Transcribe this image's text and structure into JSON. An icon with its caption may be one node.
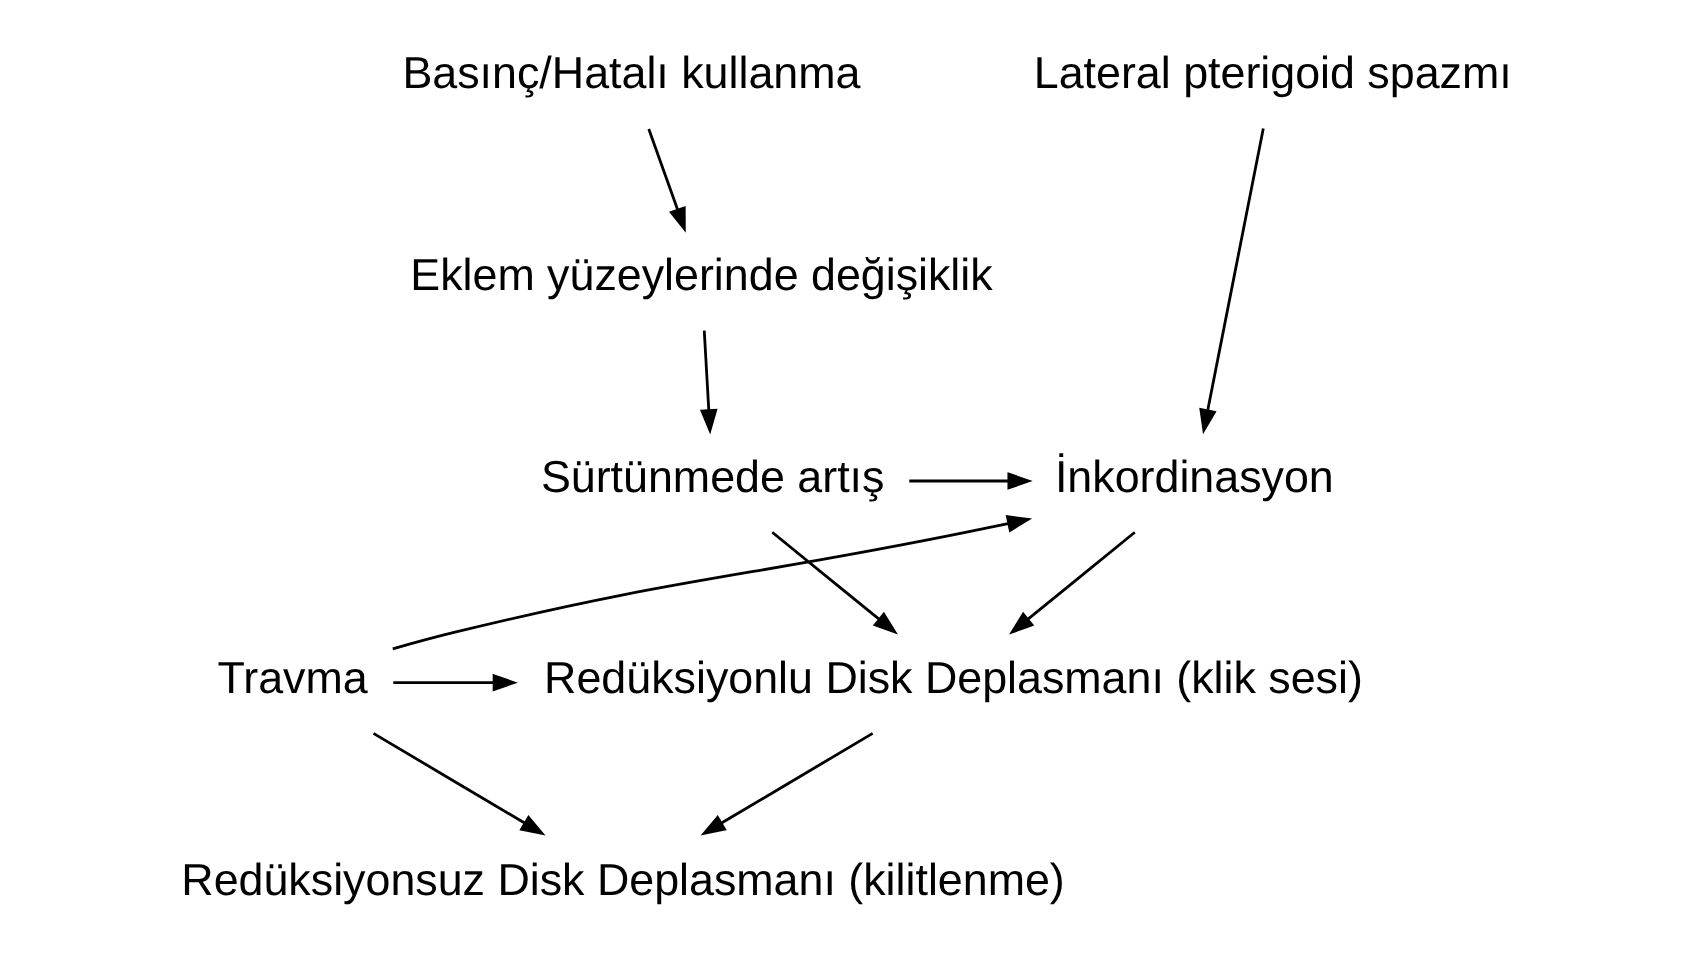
{
  "diagram": {
    "nodes": [
      {
        "text": [
          "Lateral pterigoid spazmı"
        ]
      },
      {
        "text": [
          "Basınç/Hatalı kullanma"
        ]
      },
      {
        "text": [
          "Eklem yüzeylerinde değişiklik"
        ]
      },
      {
        "text": [
          "İnkordinasyon"
        ]
      },
      {
        "text": [
          "Sürtünmede artış"
        ]
      },
      {
        "text": [
          "Travma"
        ]
      },
      {
        "text": [
          "Redüksiyonlu Disk Deplasmanı (klik sesi)"
        ]
      },
      {
        "text": [
          "Redüksiyonsuz Disk Deplasmanı (kilitlenme)"
        ]
      }
    ],
    "edges": [
      {
        "from": 0,
        "to": 3,
        "arrow": "to"
      },
      {
        "from": 1,
        "to": 2,
        "arrow": "to"
      },
      {
        "from": 2,
        "to": 4,
        "arrow": "to"
      },
      {
        "from": 4,
        "to": 3,
        "arrow": "to"
      },
      {
        "from": 3,
        "to": 6,
        "arrow": "to"
      },
      {
        "from": 4,
        "to": 6,
        "arrow": "to"
      },
      {
        "from": 5,
        "to": 3,
        "arrow": "to"
      },
      {
        "from": 5,
        "to": 6,
        "arrow": "to"
      },
      {
        "from": 6,
        "to": 7,
        "arrow": "to"
      },
      {
        "from": 5,
        "to": 7,
        "arrow": "to"
      }
    ]
  }
}
